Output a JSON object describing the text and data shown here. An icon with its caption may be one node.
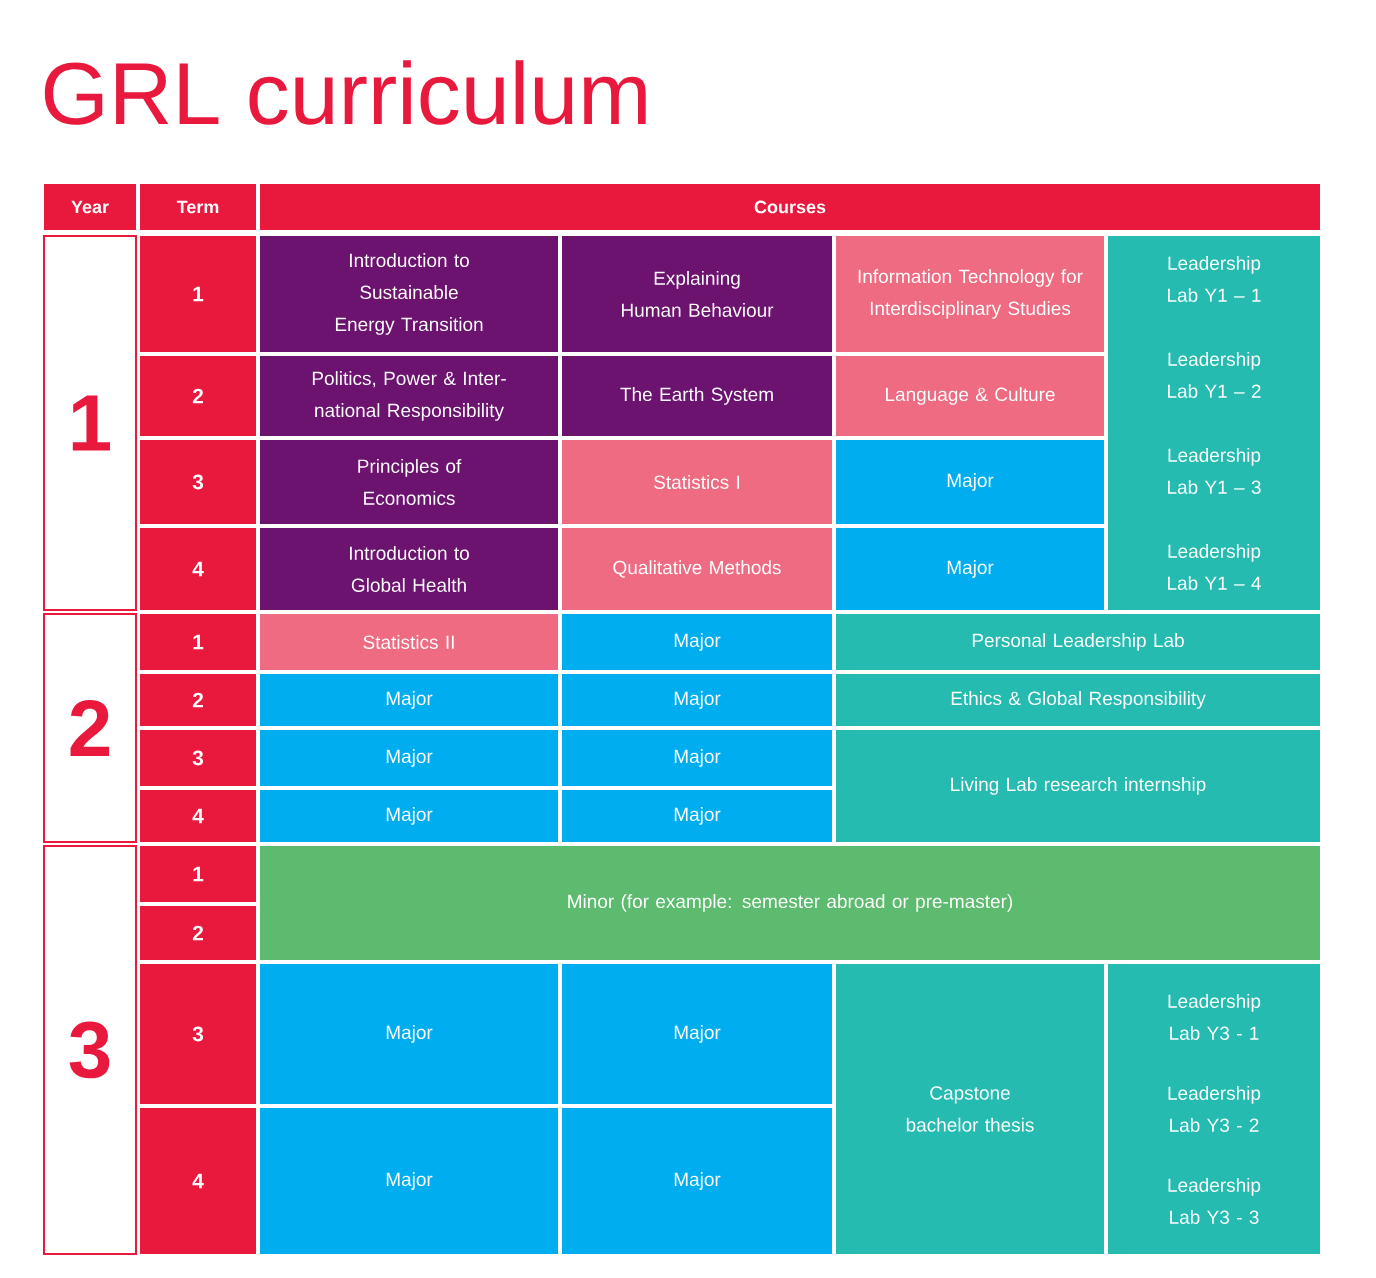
{
  "diagram": {
    "title": "GRL curriculum",
    "nodes": [
      {
        "text": [
          "Year"
        ]
      },
      {
        "text": [
          "Term"
        ]
      },
      {
        "text": [
          "Courses"
        ]
      },
      {
        "text": [
          "1"
        ]
      },
      {
        "text": [
          "1"
        ]
      },
      {
        "text": [
          "Introduction to Sustainable Energy Transition"
        ]
      },
      {
        "text": [
          "Explaining Human Behaviour"
        ]
      },
      {
        "text": [
          "Information Technology for Interdisciplinary Studies"
        ]
      },
      {
        "text": [
          "Leadership Lab Y1 – 1",
          "Leadership Lab Y1 – 2",
          "Leadership Lab Y1 – 3",
          "Leadership Lab Y1 – 4"
        ]
      },
      {
        "text": [
          "2"
        ]
      },
      {
        "text": [
          "Politics, Power & Inter-national Responsibility"
        ]
      },
      {
        "text": [
          "The Earth System"
        ]
      },
      {
        "text": [
          "Language & Culture"
        ]
      },
      {
        "text": [
          "3"
        ]
      },
      {
        "text": [
          "Principles of Economics"
        ]
      },
      {
        "text": [
          "Statistics I"
        ]
      },
      {
        "text": [
          "Major"
        ]
      },
      {
        "text": [
          "4"
        ]
      },
      {
        "text": [
          "Introduction to Global Health"
        ]
      },
      {
        "text": [
          "Qualitative Methods"
        ]
      },
      {
        "text": [
          "Major"
        ]
      },
      {
        "text": [
          "2"
        ]
      },
      {
        "text": [
          "1"
        ]
      },
      {
        "text": [
          "Statistics II"
        ]
      },
      {
        "text": [
          "Major"
        ]
      },
      {
        "text": [
          "Personal Leadership Lab"
        ]
      },
      {
        "text": [
          "2"
        ]
      },
      {
        "text": [
          "Major"
        ]
      },
      {
        "text": [
          "Major"
        ]
      },
      {
        "text": [
          "Ethics & Global Responsibility"
        ]
      },
      {
        "text": [
          "3"
        ]
      },
      {
        "text": [
          "Major"
        ]
      },
      {
        "text": [
          "Major"
        ]
      },
      {
        "text": [
          "Living Lab research internship"
        ]
      },
      {
        "text": [
          "4"
        ]
      },
      {
        "text": [
          "Major"
        ]
      },
      {
        "text": [
          "Major"
        ]
      },
      {
        "text": [
          "3"
        ]
      },
      {
        "text": [
          "1"
        ]
      },
      {
        "text": [
          "Minor (for example: semester abroad or pre-master)"
        ]
      },
      {
        "text": [
          "2"
        ]
      },
      {
        "text": [
          "3"
        ]
      },
      {
        "text": [
          "Major"
        ]
      },
      {
        "text": [
          "Major"
        ]
      },
      {
        "text": [
          "Capstone bachelor thesis"
        ]
      },
      {
        "text": [
          "Leadership Lab Y3 - 1",
          "Leadership Lab Y3 - 2",
          "Leadership Lab Y3 - 3"
        ]
      },
      {
        "text": [
          "4"
        ]
      },
      {
        "text": [
          "Major"
        ]
      },
      {
        "text": [
          "Major"
        ]
      }
    ]
  }
}
